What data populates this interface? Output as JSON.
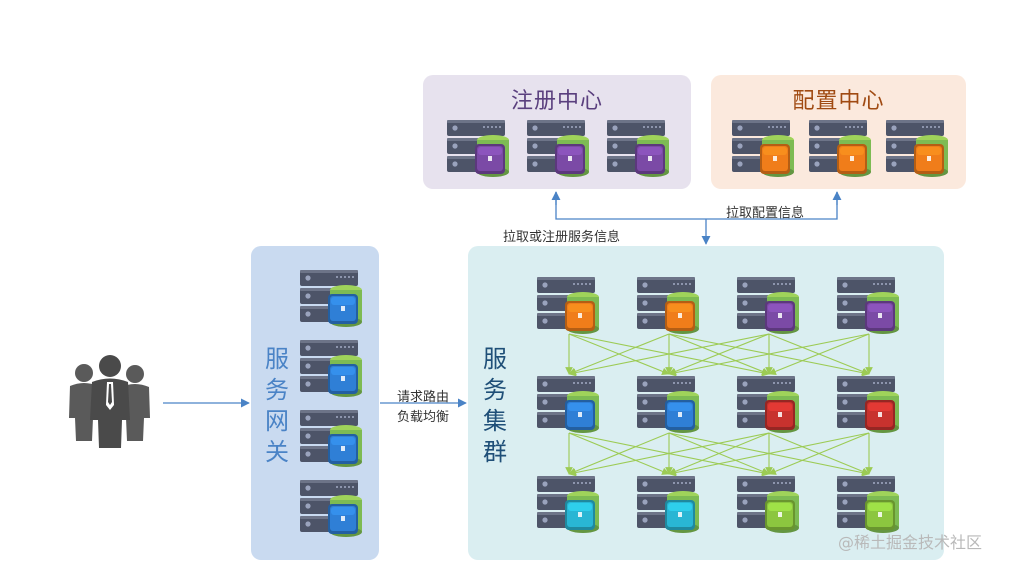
{
  "registry": {
    "title": "注册中心"
  },
  "config": {
    "title": "配置中心"
  },
  "gateway": {
    "title_chars": [
      "服",
      "务",
      "网",
      "关"
    ]
  },
  "cluster": {
    "title_chars": [
      "服",
      "务",
      "集",
      "群"
    ]
  },
  "labels": {
    "pull_register": "拉取或注册服务信息",
    "pull_config": "拉取配置信息",
    "route_line1": "请求路由",
    "route_line2": "负载均衡"
  },
  "watermark": "@稀土掘金技术社区",
  "icons": {
    "users": "users-icon",
    "server": "server-icon"
  },
  "colors": {
    "purple": "#7b4aa6",
    "orange": "#f07d1a",
    "blue": "#2f7fd6",
    "red": "#c8322e",
    "cyan": "#29b6d4",
    "lime": "#8cc63f",
    "cube_green": "#7dbb53",
    "arrow_green": "#9ccb54",
    "arrow_blue": "#4a83c6"
  },
  "registry_servers": [
    "purple",
    "purple",
    "purple"
  ],
  "config_servers": [
    "orange",
    "orange",
    "orange"
  ],
  "gateway_servers": [
    "blue",
    "blue",
    "blue",
    "blue"
  ],
  "cluster_servers": [
    [
      "orange",
      "orange",
      "purple",
      "purple"
    ],
    [
      "blue",
      "blue",
      "red",
      "red"
    ],
    [
      "cyan",
      "cyan",
      "lime",
      "lime"
    ]
  ]
}
